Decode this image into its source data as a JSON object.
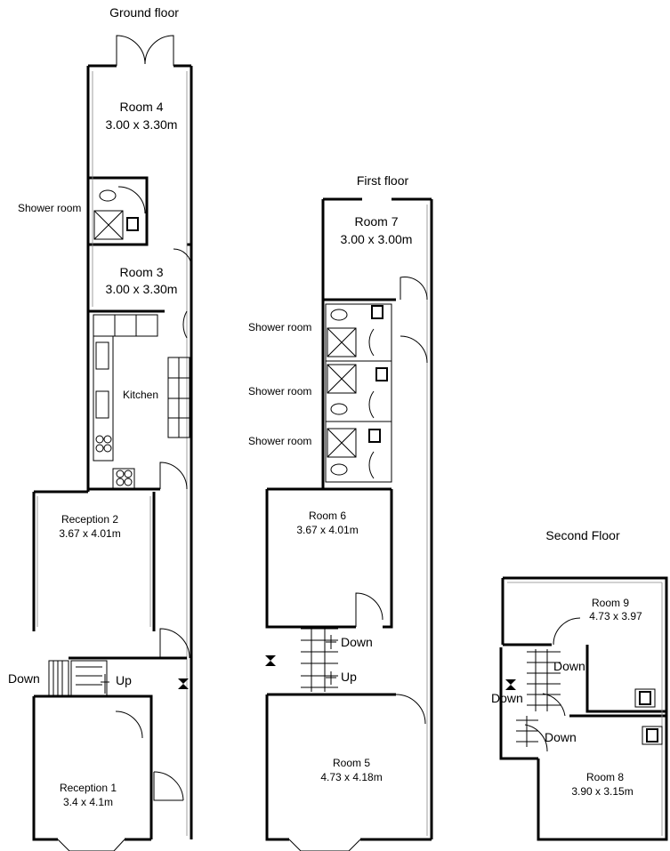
{
  "floors": {
    "ground": {
      "title": "Ground floor",
      "room4_name": "Room 4",
      "room4_size": "3.00 x 3.30m",
      "shower": "Shower room",
      "room3_name": "Room 3",
      "room3_size": "3.00 x 3.30m",
      "kitchen": "Kitchen",
      "reception2_name": "Reception 2",
      "reception2_size": "3.67 x 4.01m",
      "down": "Down",
      "up": "Up",
      "reception1_name": "Reception 1",
      "reception1_size": "3.4 x 4.1m"
    },
    "first": {
      "title": "First floor",
      "room7_name": "Room 7",
      "room7_size": "3.00 x 3.00m",
      "shower_a": "Shower room",
      "shower_b": "Shower room",
      "shower_c": "Shower room",
      "room6_name": "Room 6",
      "room6_size": "3.67 x 4.01m",
      "down": "Down",
      "up": "Up",
      "room5_name": "Room 5",
      "room5_size": "4.73 x 4.18m"
    },
    "second": {
      "title": "Second Floor",
      "room9_name": "Room 9",
      "room9_size": "4.73 x 3.97",
      "down_a": "Down",
      "down_b": "Down",
      "down_c": "Down",
      "room8_name": "Room 8",
      "room8_size": "3.90 x 3.15m"
    }
  }
}
